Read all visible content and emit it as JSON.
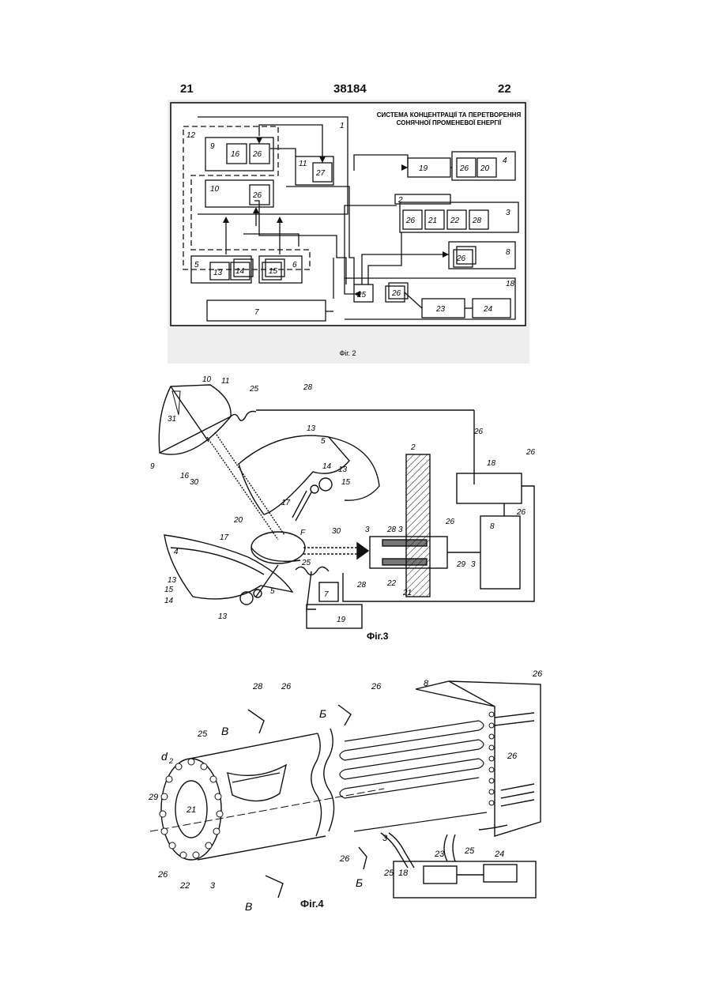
{
  "header": {
    "left": "21",
    "center": "38184",
    "right": "22"
  },
  "fig2": {
    "title_line1": "СИСТЕМА КОНЦЕНТРАЦІЇ ТА ПЕРЕТВОРЕННЯ",
    "title_line2": "СОНЯЧНОЇ ПРОМЕНЕВОЇ ЕНЕРГІЇ",
    "caption": "Фіг. 2",
    "labels": {
      "l1": "1",
      "l12": "12",
      "l9": "9",
      "l16": "16",
      "l26a": "26",
      "l11": "11",
      "l27": "27",
      "l10": "10",
      "l26b": "26",
      "l5": "5",
      "l13": "13",
      "l14": "14",
      "l15": "15",
      "l6": "6",
      "l7": "7",
      "l19": "19",
      "l26c": "26",
      "l20": "20",
      "l4": "4",
      "l2": "2",
      "l26d": "26",
      "l21": "21",
      "l22": "22",
      "l28": "28",
      "l3": "3",
      "l26e": "26",
      "l8": "8",
      "l25": "25",
      "l26f": "26",
      "l18": "18",
      "l23": "23",
      "l24": "24"
    }
  },
  "fig3": {
    "caption": "Фіг.3",
    "labels": {
      "l10": "10",
      "l11": "11",
      "l25a": "25",
      "l28a": "28",
      "l31": "31",
      "l9": "9",
      "l16": "16",
      "l13a": "13",
      "l5a": "5",
      "l14a": "14",
      "l13b": "13",
      "l15a": "15",
      "l30a": "30",
      "l17a": "17",
      "l26a": "26",
      "l2": "2",
      "l18": "18",
      "l26b": "26",
      "l20": "20",
      "l17b": "17",
      "lF": "F",
      "l30b": "30",
      "l3a": "3",
      "l28b": "28",
      "l3b": "3",
      "l26c": "26",
      "l8": "8",
      "l26d": "26",
      "l4": "4",
      "l13c": "13",
      "l15b": "15",
      "l14b": "14",
      "l13d": "13",
      "l5b": "5",
      "l25b": "25",
      "l7": "7",
      "l19": "19",
      "l28c": "28",
      "l22": "22",
      "l21": "21",
      "l29": "29",
      "l3c": "3"
    }
  },
  "fig4": {
    "caption": "Фіг.4",
    "labels": {
      "l26a": "26",
      "l8": "8",
      "l26b": "26",
      "l28": "28",
      "l26c": "26",
      "lB1": "В",
      "lБ1": "Б",
      "ld2": "d",
      "ld2sub": "2",
      "l25a": "25",
      "l29": "29",
      "l21": "21",
      "l26d": "26",
      "l26e": "26",
      "l22": "22",
      "l3a": "3",
      "lB2": "В",
      "l26f": "26",
      "l3b": "3",
      "l25b": "25",
      "l23": "23",
      "l24": "24",
      "l25c": "25",
      "l18": "18",
      "lБ2": "Б"
    }
  }
}
